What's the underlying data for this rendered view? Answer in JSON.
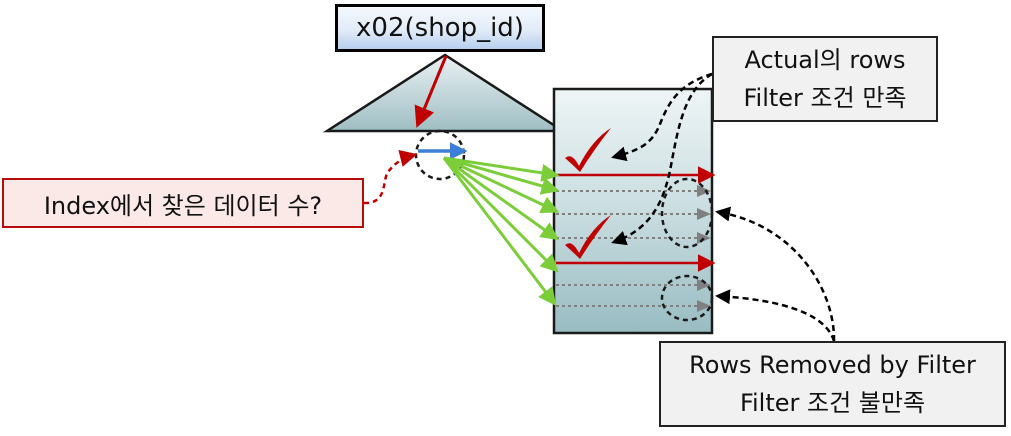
{
  "index_label": "x02(shop_id)",
  "index_question": "Index에서 찾은 데이터 수?",
  "actual_rows": {
    "line1": "Actual의 rows",
    "line2": "Filter 조건 만족"
  },
  "rows_removed": {
    "line1": "Rows Removed by Filter",
    "line2": "Filter 조건 불만족"
  },
  "colors": {
    "index_arrow_red": "#c00000",
    "index_pointer_blue": "#3d7fd6",
    "lookup_arrows_green": "#7ccd3a",
    "matched_row_red": "#c00000",
    "filtered_row_gray": "#888888",
    "table_fill_top": "#e6f0f3",
    "table_fill_bottom": "#9dbfc5",
    "triangle_fill": "#b8d3d7"
  }
}
